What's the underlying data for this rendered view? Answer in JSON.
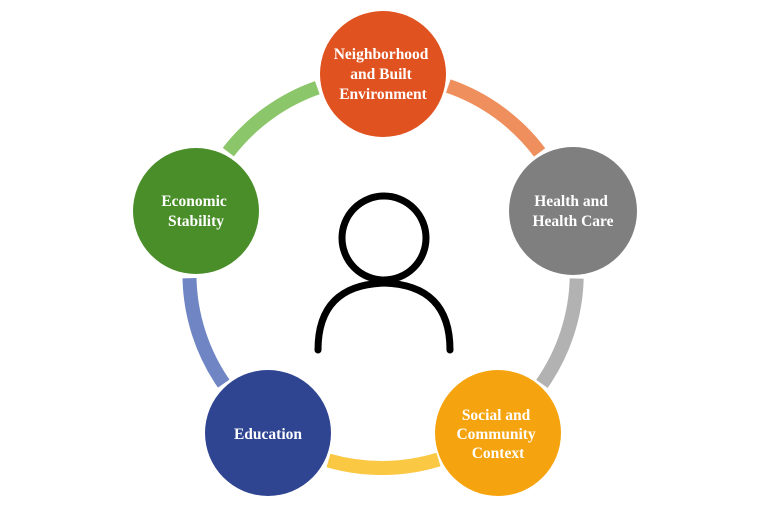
{
  "diagram": {
    "center_icon": "person-icon",
    "nodes": [
      {
        "id": "neighborhood",
        "lines": [
          "Neighborhood",
          "and Built",
          "Environment"
        ],
        "color": "#e0521f"
      },
      {
        "id": "health",
        "lines": [
          "Health and",
          "Health Care"
        ],
        "color": "#7f7f7f"
      },
      {
        "id": "social",
        "lines": [
          "Social and",
          "Community",
          "Context"
        ],
        "color": "#f5a40f"
      },
      {
        "id": "education",
        "lines": [
          "Education"
        ],
        "color": "#2f4592"
      },
      {
        "id": "economic",
        "lines": [
          "Economic",
          "Stability"
        ],
        "color": "#4a8e2a"
      }
    ],
    "connectors": [
      {
        "from": "neighborhood",
        "to": "health",
        "color": "#ef8f5d"
      },
      {
        "from": "health",
        "to": "social",
        "color": "#b2b2b2"
      },
      {
        "from": "social",
        "to": "education",
        "color": "#fbc843"
      },
      {
        "from": "education",
        "to": "economic",
        "color": "#6f85c4"
      },
      {
        "from": "economic",
        "to": "neighborhood",
        "color": "#8cc66a"
      }
    ]
  }
}
